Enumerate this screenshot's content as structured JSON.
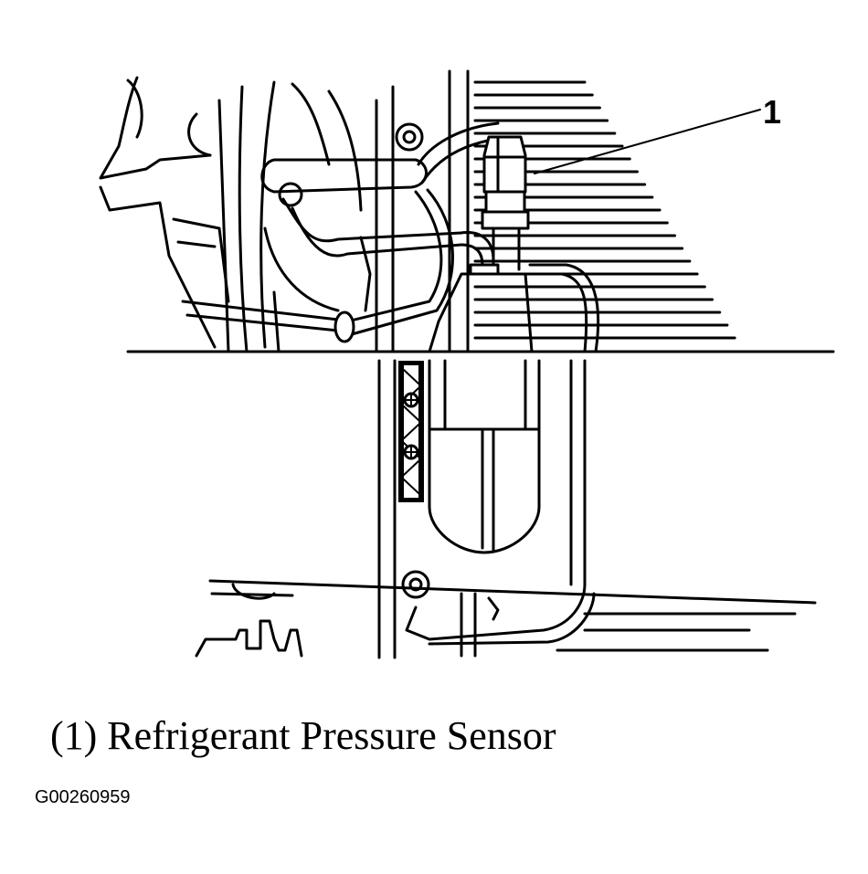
{
  "callout": {
    "number": "1"
  },
  "caption": {
    "text": "(1) Refrigerant Pressure Sensor"
  },
  "figure_id": "G00260959"
}
